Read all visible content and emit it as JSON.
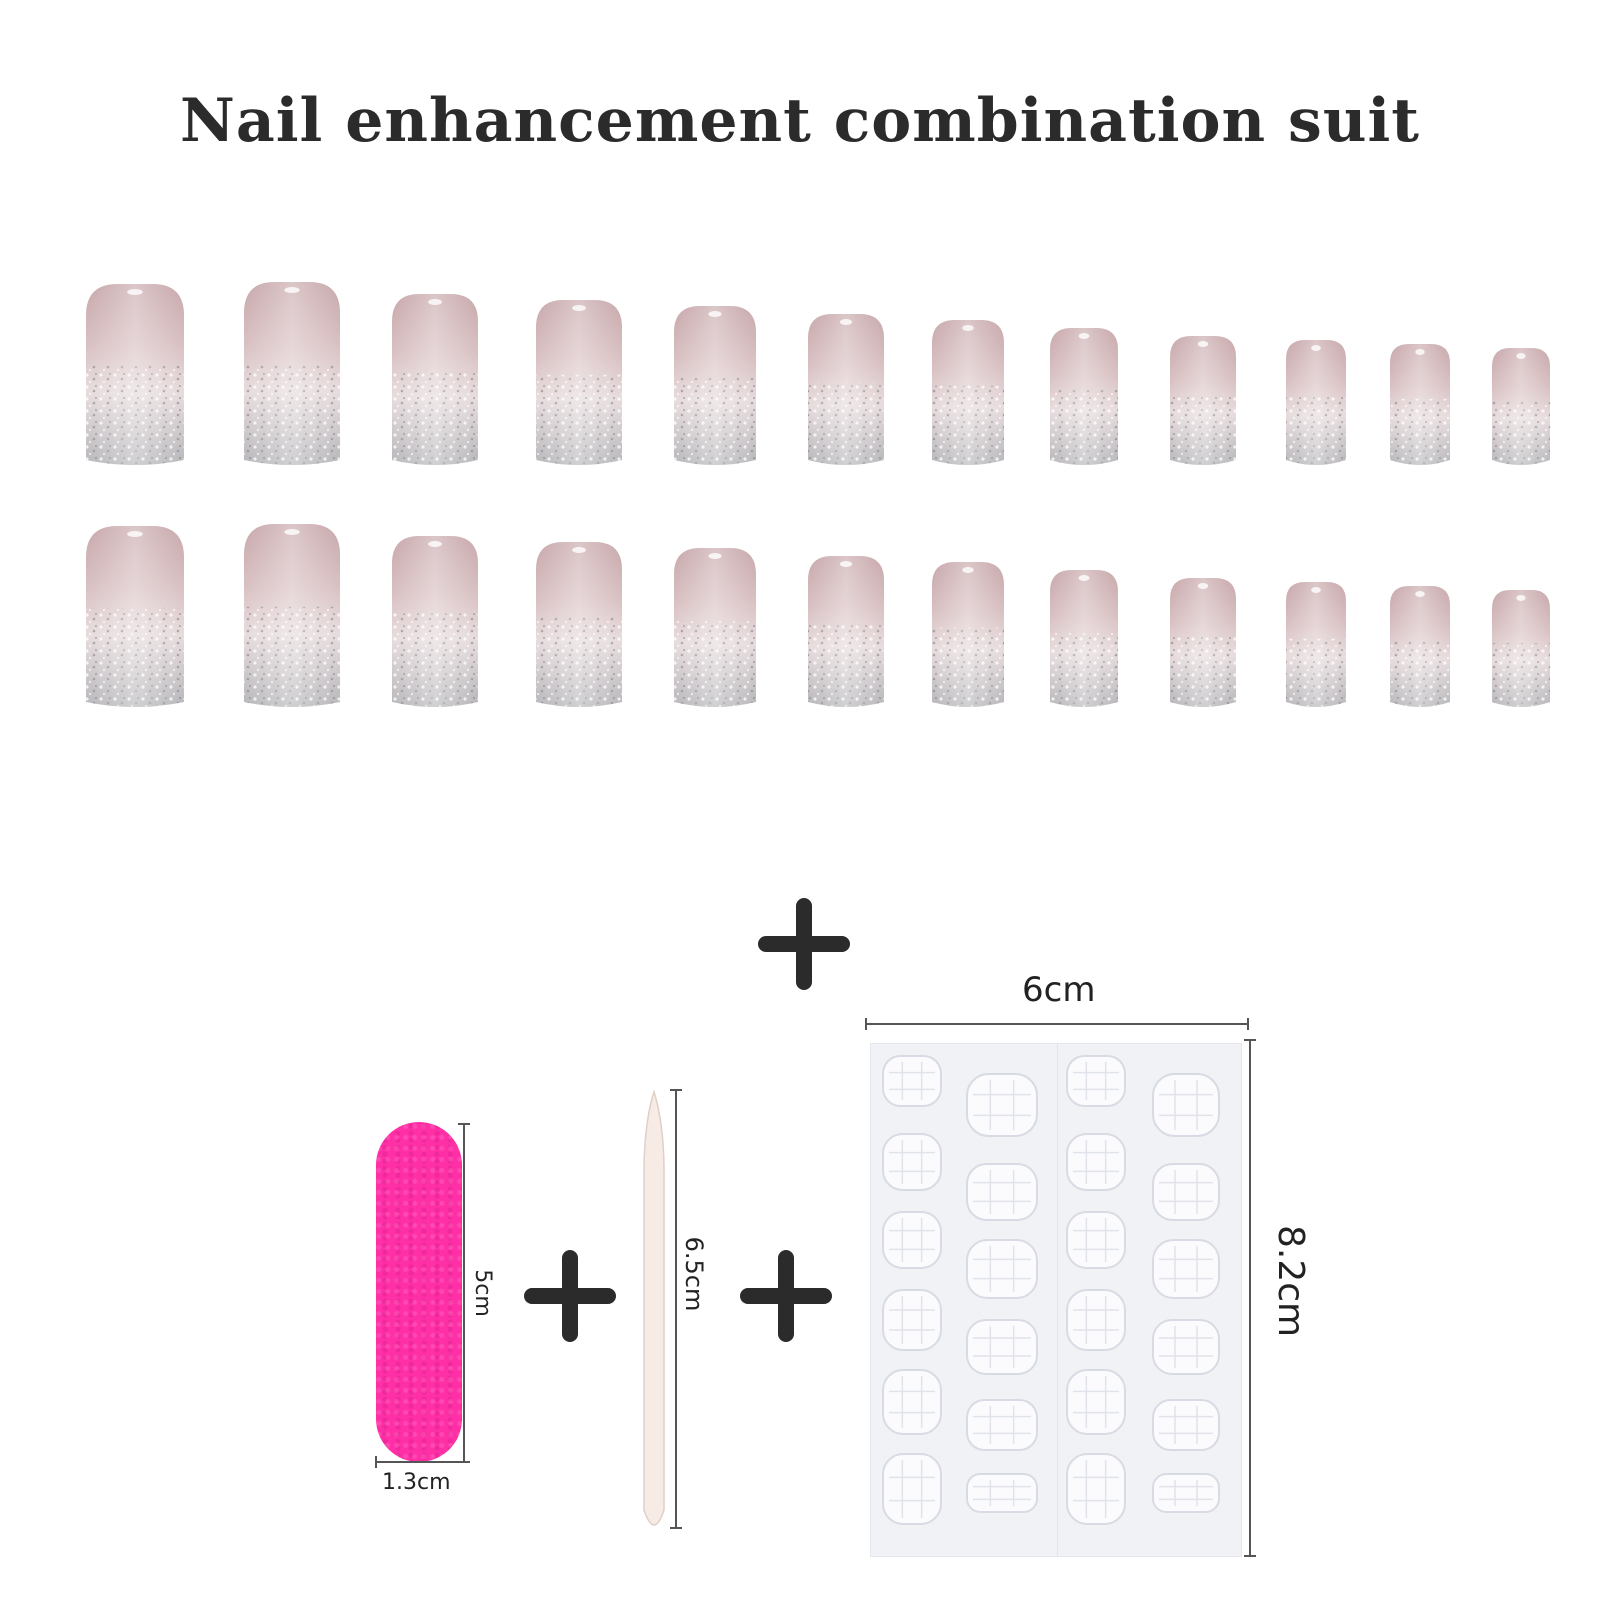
{
  "title": "Nail enhancement combination suit",
  "colors": {
    "title": "#2b2b2b",
    "nail_pink": "#c8aaad",
    "glitter": "#b4b4b8",
    "file_pink": "#ff2fa6",
    "stick": "#f7ebe6",
    "sheet": "#f1f2f6",
    "plus": "#2b2b2b"
  },
  "nails": {
    "rows": 2,
    "per_row": 12,
    "count": 24
  },
  "accessories": {
    "nail_file": {
      "height_label": "5cm",
      "width_label": "1.3cm"
    },
    "cuticle_stick": {
      "length_label": "6.5cm"
    },
    "adhesive_sheet": {
      "width_label": "6cm",
      "height_label": "8.2cm",
      "tab_columns": 4
    }
  },
  "icons": [
    "plus-icon",
    "plus-icon",
    "plus-icon"
  ]
}
